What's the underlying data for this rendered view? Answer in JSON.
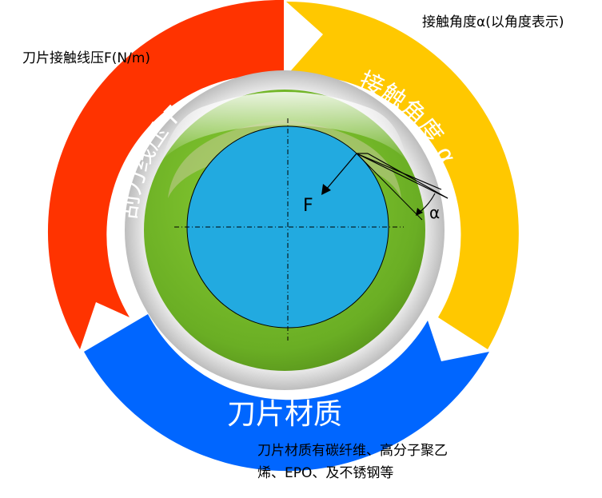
{
  "segments": {
    "pressure": {
      "label": "刮刀线压 F",
      "color": "#ff3300"
    },
    "angle": {
      "label": "接触角度 α",
      "color": "#ffc800"
    },
    "material": {
      "label": "刀片材质",
      "color": "#0066ff"
    }
  },
  "notes": {
    "pressure": "刀片接触线压F(N/m)",
    "angle": "接触角度α(以角度表示)",
    "material_line1": "刀片材质有碳纤维、高分子聚乙",
    "material_line2": "烯、EPO、及不锈钢等"
  },
  "center": {
    "force_label": "F",
    "angle_label": "α",
    "fill_color": "#22aae0",
    "ring_color": "#6fb52a"
  }
}
